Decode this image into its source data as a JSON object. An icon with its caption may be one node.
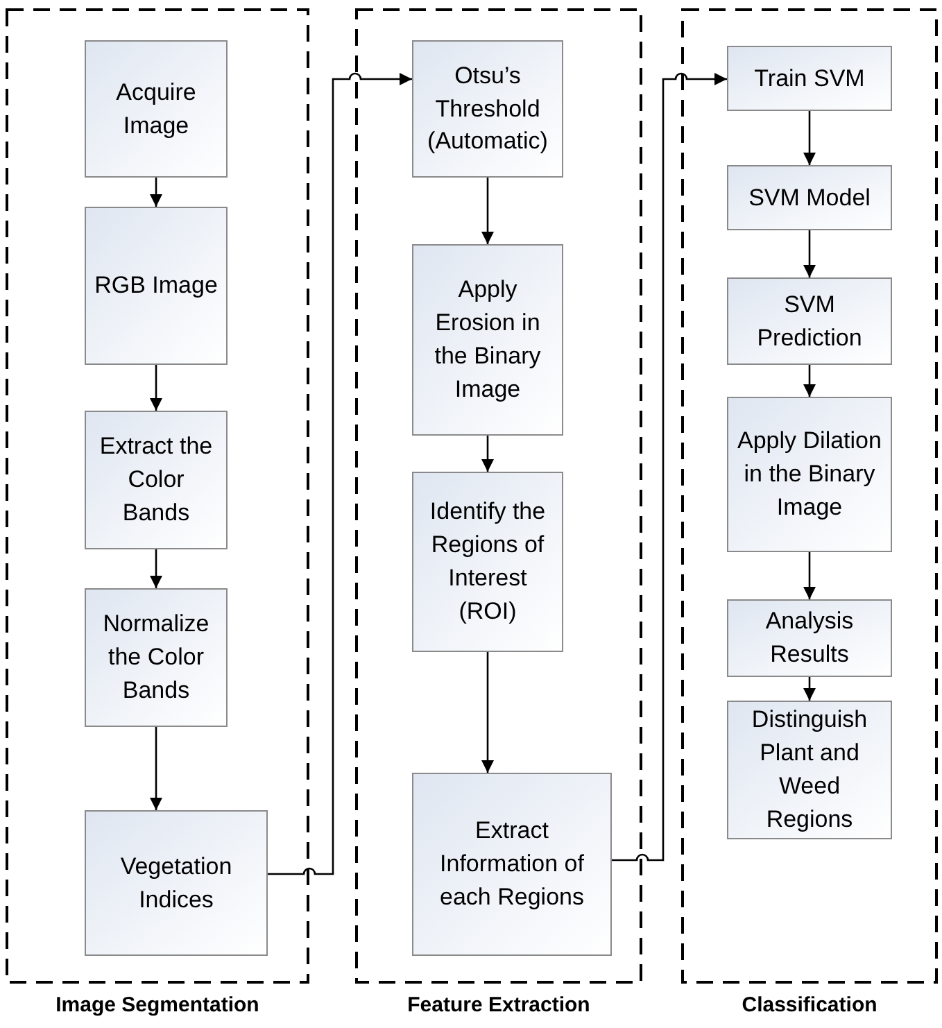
{
  "diagram": {
    "nodes": [
      {
        "text": [
          "Image Segmentation"
        ]
      },
      {
        "text": [
          "Acquire Image"
        ],
        "in": 0
      },
      {
        "text": [
          "RGB Image"
        ],
        "in": 0
      },
      {
        "text": [
          "Extract the Color Bands"
        ],
        "in": 0
      },
      {
        "text": [
          "Normalize the Color Bands"
        ],
        "in": 0
      },
      {
        "text": [
          "Vegetation Indices"
        ],
        "in": 0
      },
      {
        "text": [
          "Feature Extraction"
        ]
      },
      {
        "text": [
          "Otsu’s Threshold (Automatic)"
        ],
        "in": 6
      },
      {
        "text": [
          "Apply Erosion in the Binary Image"
        ],
        "in": 6
      },
      {
        "text": [
          "Identify the Regions of Interest (ROI)"
        ],
        "in": 6
      },
      {
        "text": [
          "Extract Information of each Regions"
        ],
        "in": 6
      },
      {
        "text": [
          "Classification"
        ]
      },
      {
        "text": [
          "Train SVM"
        ],
        "in": 11
      },
      {
        "text": [
          "SVM Model"
        ],
        "in": 11
      },
      {
        "text": [
          "SVM Prediction"
        ],
        "in": 11
      },
      {
        "text": [
          "Apply Dilation in the Binary Image"
        ],
        "in": 11
      },
      {
        "text": [
          "Analysis Results"
        ],
        "in": 11
      },
      {
        "text": [
          "Distinguish Plant and Weed Regions"
        ],
        "in": 11
      }
    ],
    "edges": [
      {
        "from": 1,
        "to": 2,
        "arrow": "to"
      },
      {
        "from": 2,
        "to": 3,
        "arrow": "to"
      },
      {
        "from": 3,
        "to": 4,
        "arrow": "to"
      },
      {
        "from": 4,
        "to": 5,
        "arrow": "to"
      },
      {
        "from": 5,
        "to": 7,
        "arrow": "to"
      },
      {
        "from": 7,
        "to": 8,
        "arrow": "to"
      },
      {
        "from": 8,
        "to": 9,
        "arrow": "to"
      },
      {
        "from": 9,
        "to": 10,
        "arrow": "to"
      },
      {
        "from": 10,
        "to": 12,
        "arrow": "to"
      },
      {
        "from": 12,
        "to": 13,
        "arrow": "to"
      },
      {
        "from": 13,
        "to": 14,
        "arrow": "to"
      },
      {
        "from": 14,
        "to": 15,
        "arrow": "to"
      },
      {
        "from": 15,
        "to": 16,
        "arrow": "to"
      },
      {
        "from": 16,
        "to": 17,
        "arrow": "to"
      }
    ]
  }
}
